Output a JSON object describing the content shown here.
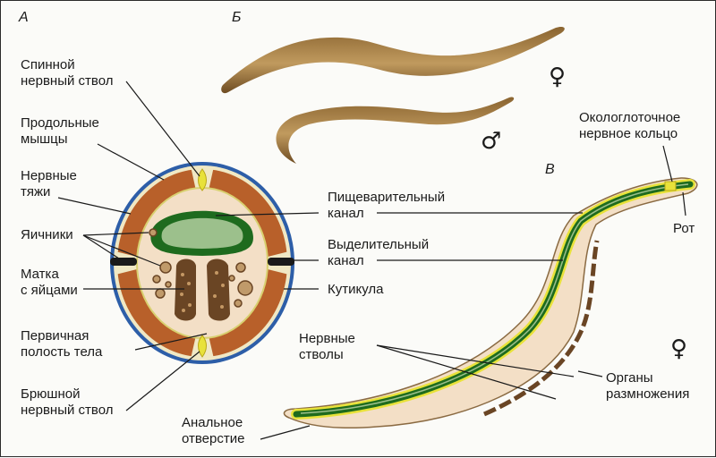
{
  "panel_letters": {
    "a": "А",
    "b": "Б",
    "v": "В"
  },
  "symbols": {
    "female": "♀",
    "male": "♂",
    "female_c": "♀"
  },
  "labels": {
    "dorsal_nerve": "Спинной\nнервный ствол",
    "longitudinal_muscles": "Продольные\nмышцы",
    "nerve_cords": "Нервные\nтяжи",
    "ovaries": "Яичники",
    "uterus": "Матка\nс яйцами",
    "primary_cavity": "Первичная\nполость тела",
    "ventral_nerve": "Брюшной\nнервный ствол",
    "digestive_canal": "Пищеварительный\nканал",
    "excretory_canal": "Выделительный\nканал",
    "cuticle": "Кутикула",
    "pharyngeal_ring": "Окологлоточное\nнервное кольцо",
    "mouth": "Рот",
    "nerve_trunks": "Нервные\nстволы",
    "reproductive_organs": "Органы\nразмножения",
    "anal_opening": "Анальное\nотверстие"
  },
  "colors": {
    "cuticle": "#2d5ea8",
    "muscle": "#b8602a",
    "cavity": "#f3dfc6",
    "gut_wall": "#1e6b1e",
    "gut_lumen": "#9cc08c",
    "nerve": "#e8e23a",
    "uterus": "#6a4524",
    "worm": "#a07840"
  }
}
